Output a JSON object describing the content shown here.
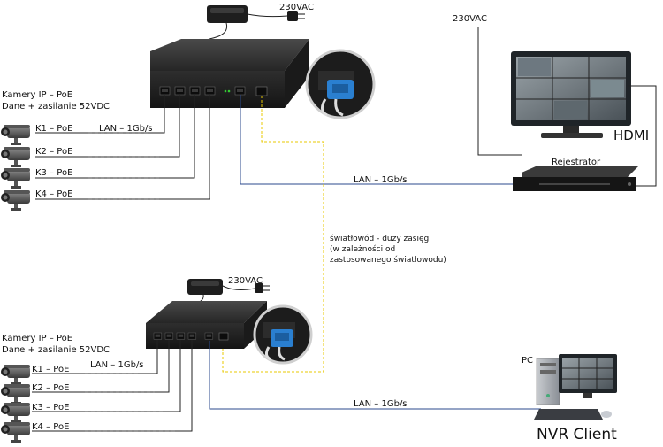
{
  "top": {
    "power_label": "230VAC",
    "cameras_title_1": "Kamery IP – PoE",
    "cameras_title_2": "Dane + zasilanie 52VDC",
    "lan_cam_label": "LAN – 1Gb/s",
    "cameras": [
      "K1 – PoE",
      "K2 – PoE",
      "K3 – PoE",
      "K4 – PoE"
    ],
    "lan_nvr_label": "LAN – 1Gb/s"
  },
  "nvr": {
    "power_label": "230VAC",
    "recorder_label": "Rejestrator",
    "hdmi_label": "HDMI"
  },
  "fiber": {
    "line1": "światłowód - duży zasięg",
    "line2": "(w zależności od",
    "line3": "zastosowanego światłowodu)"
  },
  "bottom": {
    "power_label": "230VAC",
    "cameras_title_1": "Kamery IP – PoE",
    "cameras_title_2": "Dane + zasilanie 52VDC",
    "lan_cam_label": "LAN – 1Gb/s",
    "cameras": [
      "K1 – PoE",
      "K2 – PoE",
      "K3 – PoE",
      "K4 – PoE"
    ],
    "lan_pc_label": "LAN – 1Gb/s"
  },
  "pc": {
    "pc_label": "PC",
    "client_label": "NVR Client"
  },
  "colors": {
    "switch_body": "#2a2a2a",
    "lan_link": "#2b4a8c",
    "fiber_link": "#e8c900",
    "sfp_module": "#2a7fd0"
  }
}
